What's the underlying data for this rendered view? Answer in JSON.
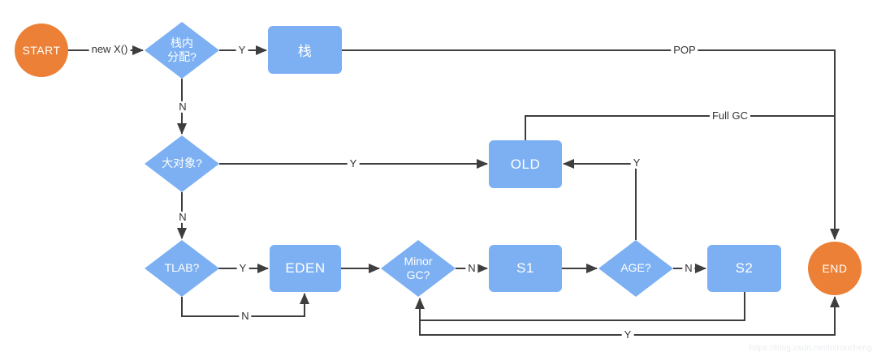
{
  "colors": {
    "node_blue": "#7DB0F2",
    "terminal_orange": "#EC8036",
    "connector_line": "#3E3E3E",
    "node_text": "#FFFFFF",
    "edge_label_text": "#333333"
  },
  "nodes": {
    "start": {
      "label": "START",
      "shape": "circle"
    },
    "stack_alloc": {
      "label": "栈内\n分配?",
      "shape": "diamond"
    },
    "stack": {
      "label": "栈",
      "shape": "rect"
    },
    "big_object": {
      "label": "大对象?",
      "shape": "diamond"
    },
    "old": {
      "label": "OLD",
      "shape": "rect"
    },
    "tlab": {
      "label": "TLAB?",
      "shape": "diamond"
    },
    "eden": {
      "label": "EDEN",
      "shape": "rect"
    },
    "minor_gc": {
      "label": "Minor\nGC?",
      "shape": "diamond"
    },
    "s1": {
      "label": "S1",
      "shape": "rect"
    },
    "age": {
      "label": "AGE?",
      "shape": "diamond"
    },
    "s2": {
      "label": "S2",
      "shape": "rect"
    },
    "end": {
      "label": "END",
      "shape": "circle"
    }
  },
  "edge_labels": {
    "new_x": "new X()",
    "stack_alloc_yes": "Y",
    "stack_alloc_no": "N",
    "pop": "POP",
    "big_object_yes": "Y",
    "big_object_no": "N",
    "full_gc": "Full GC",
    "tlab_yes": "Y",
    "tlab_no": "N",
    "minor_gc_no": "N",
    "age_no": "N",
    "age_yes": "Y",
    "minor_gc_yes": "Y"
  },
  "watermark": "https://blog.csdn.net/introncheng"
}
